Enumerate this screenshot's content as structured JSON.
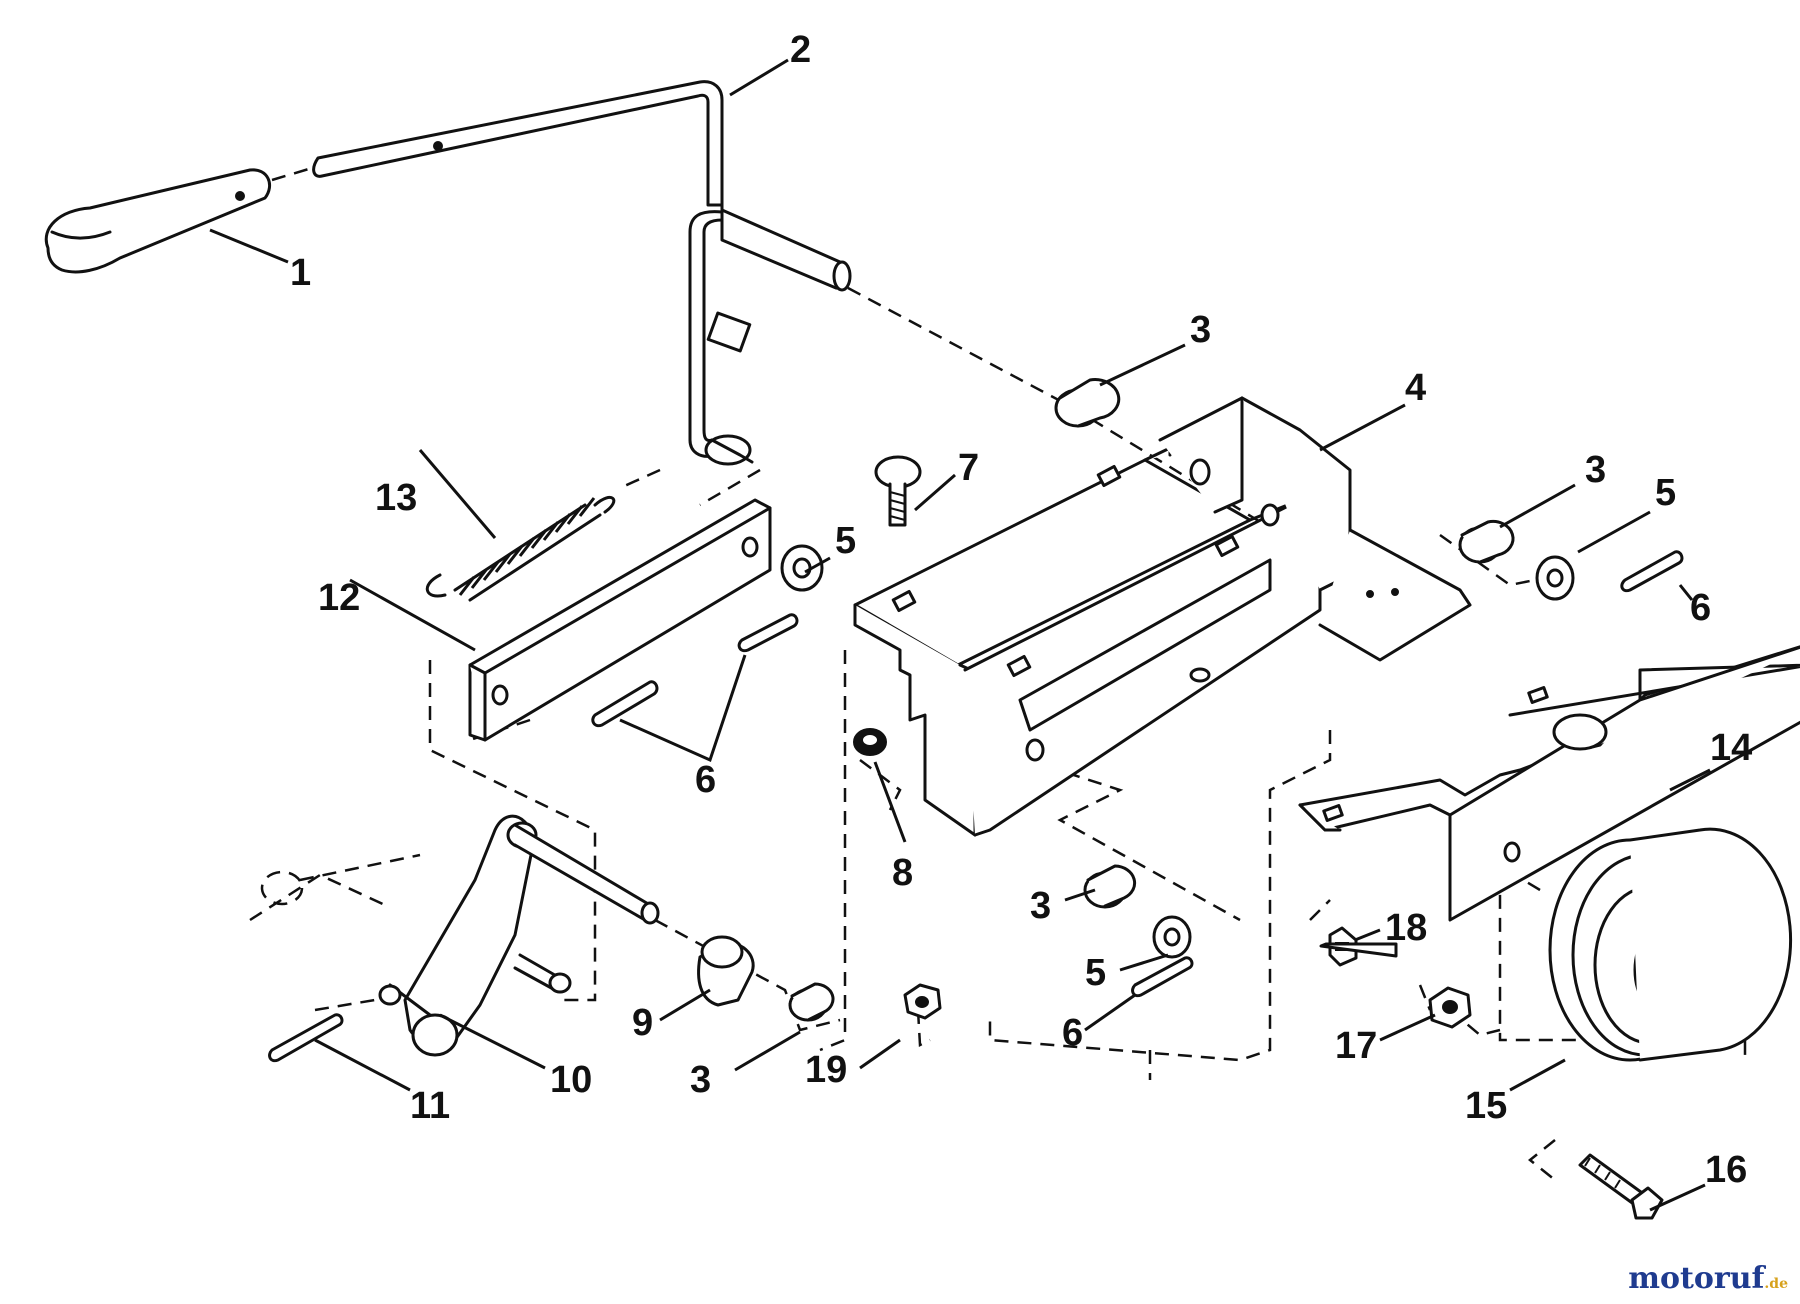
{
  "callouts": {
    "c1": "1",
    "c2": "2",
    "c3a": "3",
    "c3b": "3",
    "c3c": "3",
    "c3d": "3",
    "c4": "4",
    "c5a": "5",
    "c5b": "5",
    "c5c": "5",
    "c6a": "6",
    "c6b": "6",
    "c6c": "6",
    "c7": "7",
    "c8": "8",
    "c9": "9",
    "c10": "10",
    "c11": "11",
    "c12": "12",
    "c13": "13",
    "c14": "14",
    "c15": "15",
    "c16": "16",
    "c17": "17",
    "c18": "18",
    "c19": "19"
  },
  "watermark": {
    "text": "motoruf",
    "suffix": ".de",
    "color_main": "#1f3b8f",
    "color_accent": "#d7a11b"
  }
}
